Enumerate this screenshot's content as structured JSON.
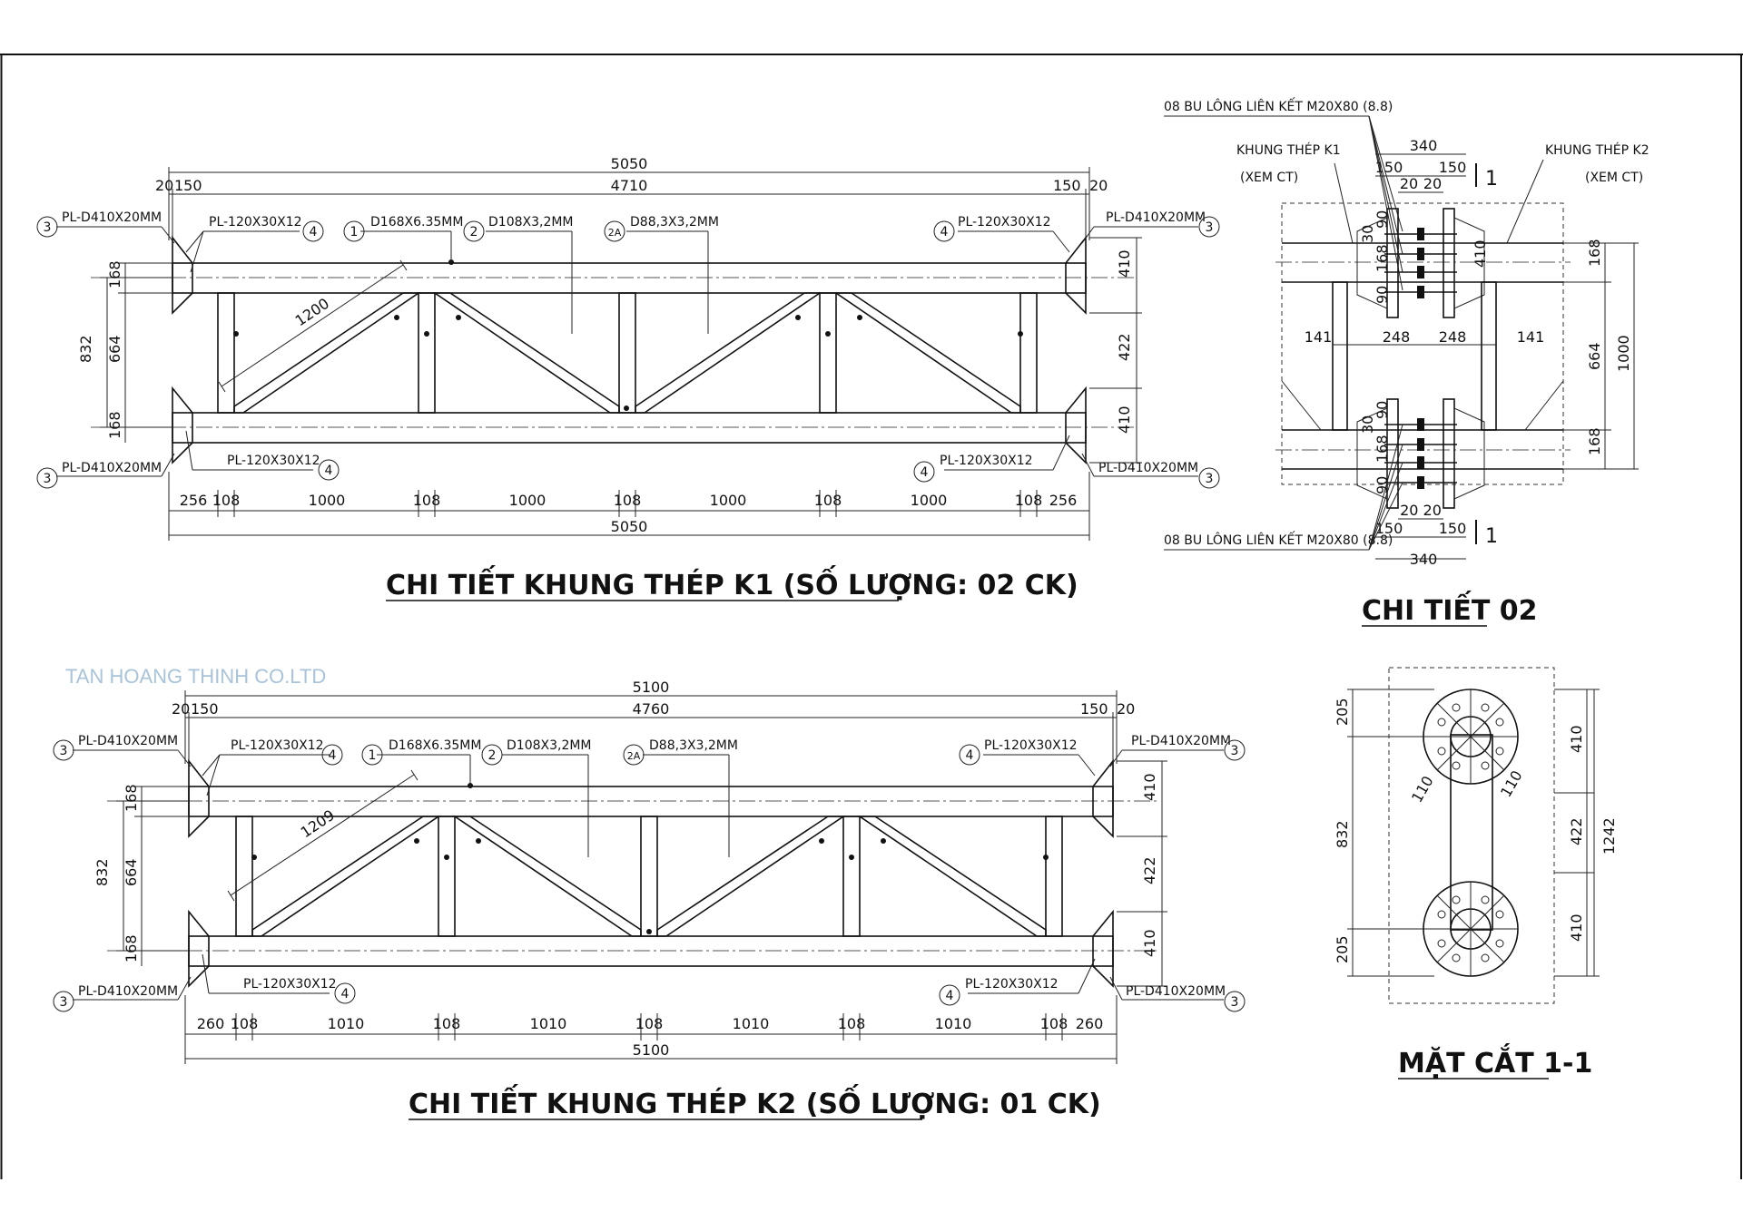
{
  "watermark": "TAN HOANG THINH CO.LTD",
  "k1": {
    "title": "CHI TIẾT KHUNG THÉP K1 (SỐ LƯỢNG: 02 CK)",
    "dim_total_top": "5050",
    "dim_inner_top": "4710",
    "dim_end_a": "20",
    "dim_end_b": "150",
    "diag_len": "1200",
    "dim_h_total": "832",
    "dim_h_inner": "664",
    "dim_chord_left": "168",
    "dim_410": "410",
    "dim_422": "422",
    "bottom_dims": [
      "256",
      "108",
      "1000",
      "108",
      "1000",
      "108",
      "1000",
      "108",
      "1000",
      "108",
      "256"
    ],
    "dim_total_bottom": "5050",
    "labels": {
      "plate_end": "PL-D410X20MM",
      "plate_rib": "PL-120X30X12",
      "pipe_main": "D168X6.35MM",
      "pipe_diag": "D108X3,2MM",
      "pipe_vert": "D88,3X3,2MM"
    }
  },
  "k2": {
    "title": "CHI TIẾT KHUNG THÉP K2 (SỐ LƯỢNG: 01 CK)",
    "dim_total_top": "5100",
    "dim_inner_top": "4760",
    "dim_end_a": "20",
    "dim_end_b": "150",
    "diag_len": "1209",
    "dim_h_total": "832",
    "dim_h_inner": "664",
    "dim_chord_left": "168",
    "dim_410": "410",
    "dim_422": "422",
    "bottom_dims": [
      "260",
      "108",
      "1010",
      "108",
      "1010",
      "108",
      "1010",
      "108",
      "1010",
      "108",
      "260"
    ],
    "dim_total_bottom": "5100",
    "labels": {
      "plate_end": "PL-D410X20MM",
      "plate_rib": "PL-120X30X12",
      "pipe_main": "D168X6.35MM",
      "pipe_diag": "D108X3,2MM",
      "pipe_vert": "D88,3X3,2MM"
    }
  },
  "tags": {
    "t1": "1",
    "t2": "2",
    "t2a": "2A",
    "t3": "3",
    "t4": "4"
  },
  "detail02": {
    "title": "CHI TIẾT 02",
    "bolt_note_top": "08 BU LÔNG LIÊN KẾT M20X80 (8.8)",
    "bolt_note_bottom": "08 BU LÔNG LIÊN KẾT M20X80 (8.8)",
    "k1_label": "KHUNG THÉP K1",
    "k1_sub": "(XEM CT)",
    "k2_label": "KHUNG THÉP K2",
    "k2_sub": "(XEM CT)",
    "dim_340": "340",
    "dim_150": "150",
    "dim_20": "20",
    "dim_30": "30",
    "dim_90": "90",
    "dim_168": "168",
    "dim_410": "410",
    "dim_141": "141",
    "dim_248": "248",
    "dim_664": "664",
    "dim_1000": "1000",
    "section_mark": "1",
    "dim_2020": "20 20"
  },
  "section11": {
    "title": "MẶT CẮT 1-1",
    "dim_205": "205",
    "dim_832": "832",
    "dim_110": "110",
    "dim_410": "410",
    "dim_422": "422",
    "dim_1242": "1242"
  }
}
